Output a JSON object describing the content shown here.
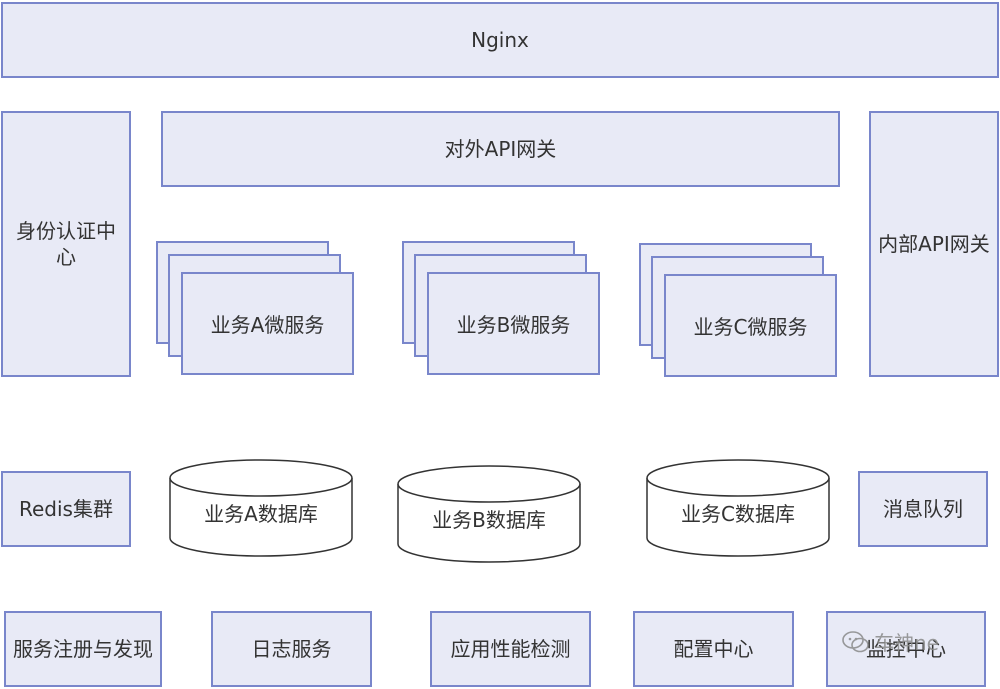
{
  "nginx": "Nginx",
  "external_gateway": "对外API网关",
  "identity_center": "身份认证中心",
  "internal_gateway": "内部API网关",
  "services": [
    "业务A微服务",
    "业务B微服务",
    "业务C微服务"
  ],
  "databases": [
    "业务A数据库",
    "业务B数据库",
    "业务C数据库"
  ],
  "redis": "Redis集群",
  "message_queue": "消息队列",
  "bottom": [
    "服务注册与发现",
    "日志服务",
    "应用性能检测",
    "配置中心",
    "监控中心"
  ],
  "watermark": "车神ne",
  "colors": {
    "fill": "#e8eaf6",
    "stroke": "#7986cb",
    "text": "#333333"
  }
}
